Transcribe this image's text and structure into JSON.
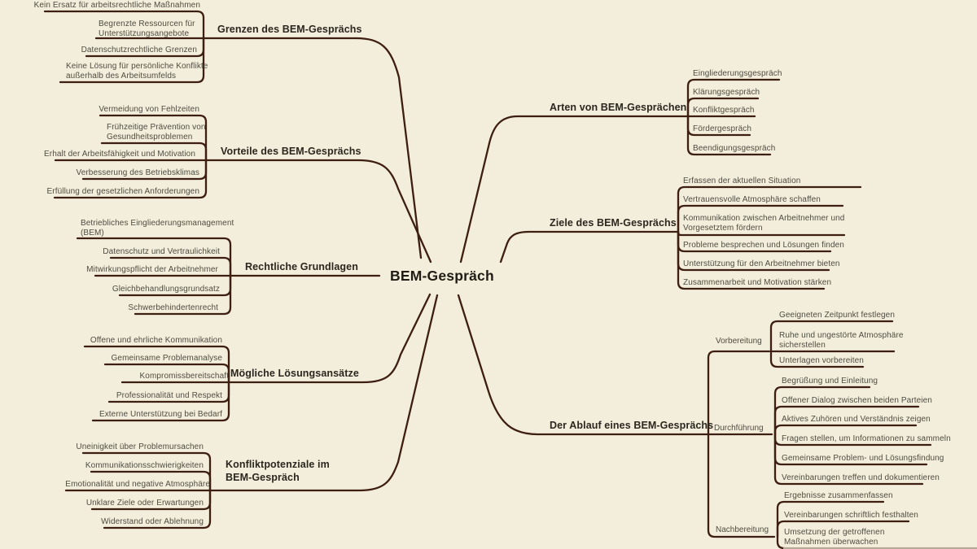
{
  "title": "BEM-Gespräch",
  "colors": {
    "background": "#f3eedc",
    "line": "#3d1e10",
    "child_text": "#4e4c41",
    "heading_text": "#2b261e",
    "edge_artifact": "#b3a995"
  },
  "root": {
    "label": "BEM-Gespräch"
  },
  "branches": {
    "grenzen": {
      "label": "Grenzen des BEM-Gesprächs",
      "children": [
        "Kein Ersatz für arbeitsrechtliche Maßnahmen",
        "Begrenzte Ressourcen für Unterstützungsangebote",
        "Datenschutzrechtliche Grenzen",
        "Keine Lösung für persönliche Konflikte außerhalb des Arbeitsumfelds"
      ]
    },
    "vorteile": {
      "label": "Vorteile des BEM-Gesprächs",
      "children": [
        "Vermeidung von Fehlzeiten",
        "Frühzeitige Prävention von Gesundheitsproblemen",
        "Erhalt der Arbeitsfähigkeit und Motivation",
        "Verbesserung des Betriebsklimas",
        "Erfüllung der gesetzlichen Anforderungen"
      ]
    },
    "rechtliche": {
      "label": "Rechtliche Grundlagen",
      "children": [
        "Betriebliches Eingliederungsmanagement (BEM)",
        "Datenschutz und Vertraulichkeit",
        "Mitwirkungspflicht der Arbeitnehmer",
        "Gleichbehandlungsgrundsatz",
        "Schwerbehindertenrecht"
      ]
    },
    "loesungen": {
      "label": "Mögliche Lösungsansätze",
      "children": [
        "Offene und ehrliche Kommunikation",
        "Gemeinsame Problemanalyse",
        "Kompromissbereitschaft",
        "Professionalität und Respekt",
        "Externe Unterstützung bei Bedarf"
      ]
    },
    "konflikte": {
      "label": "Konfliktpotenziale im BEM-Gespräch",
      "children": [
        "Uneinigkeit über Problemursachen",
        "Kommunikationsschwierigkeiten",
        "Emotionalität und negative Atmosphäre",
        "Unklare Ziele oder Erwartungen",
        "Widerstand oder Ablehnung"
      ]
    },
    "arten": {
      "label": "Arten von BEM-Gesprächen",
      "children": [
        "Eingliederungsgespräch",
        "Klärungsgespräch",
        "Konfliktgespräch",
        "Fördergespräch",
        "Beendigungsgespräch"
      ]
    },
    "ziele": {
      "label": "Ziele des BEM-Gesprächs",
      "children": [
        "Erfassen der aktuellen Situation",
        "Vertrauensvolle Atmosphäre schaffen",
        "Kommunikation zwischen Arbeitnehmer und Vorgesetztem fördern",
        "Probleme besprechen und Lösungen finden",
        "Unterstützung für den Arbeitnehmer bieten",
        "Zusammenarbeit und Motivation stärken"
      ]
    },
    "ablauf": {
      "label": "Der Ablauf eines BEM-Gesprächs",
      "phases": {
        "vorbereitung": {
          "label": "Vorbereitung",
          "children": [
            "Geeigneten Zeitpunkt festlegen",
            "Ruhe und ungestörte Atmosphäre sicherstellen",
            "Unterlagen vorbereiten"
          ]
        },
        "durchfuehrung": {
          "label": "Durchführung",
          "children": [
            "Begrüßung und Einleitung",
            "Offener Dialog zwischen beiden Parteien",
            "Aktives Zuhören und Verständnis zeigen",
            "Fragen stellen, um Informationen zu sammeln",
            "Gemeinsame Problem- und Lösungsfindung",
            "Vereinbarungen treffen und dokumentieren"
          ]
        },
        "nachbereitung": {
          "label": "Nachbereitung",
          "children": [
            "Ergebnisse zusammenfassen",
            "Vereinbarungen schriftlich festhalten",
            "Umsetzung der getroffenen Maßnahmen überwachen"
          ]
        }
      }
    }
  }
}
